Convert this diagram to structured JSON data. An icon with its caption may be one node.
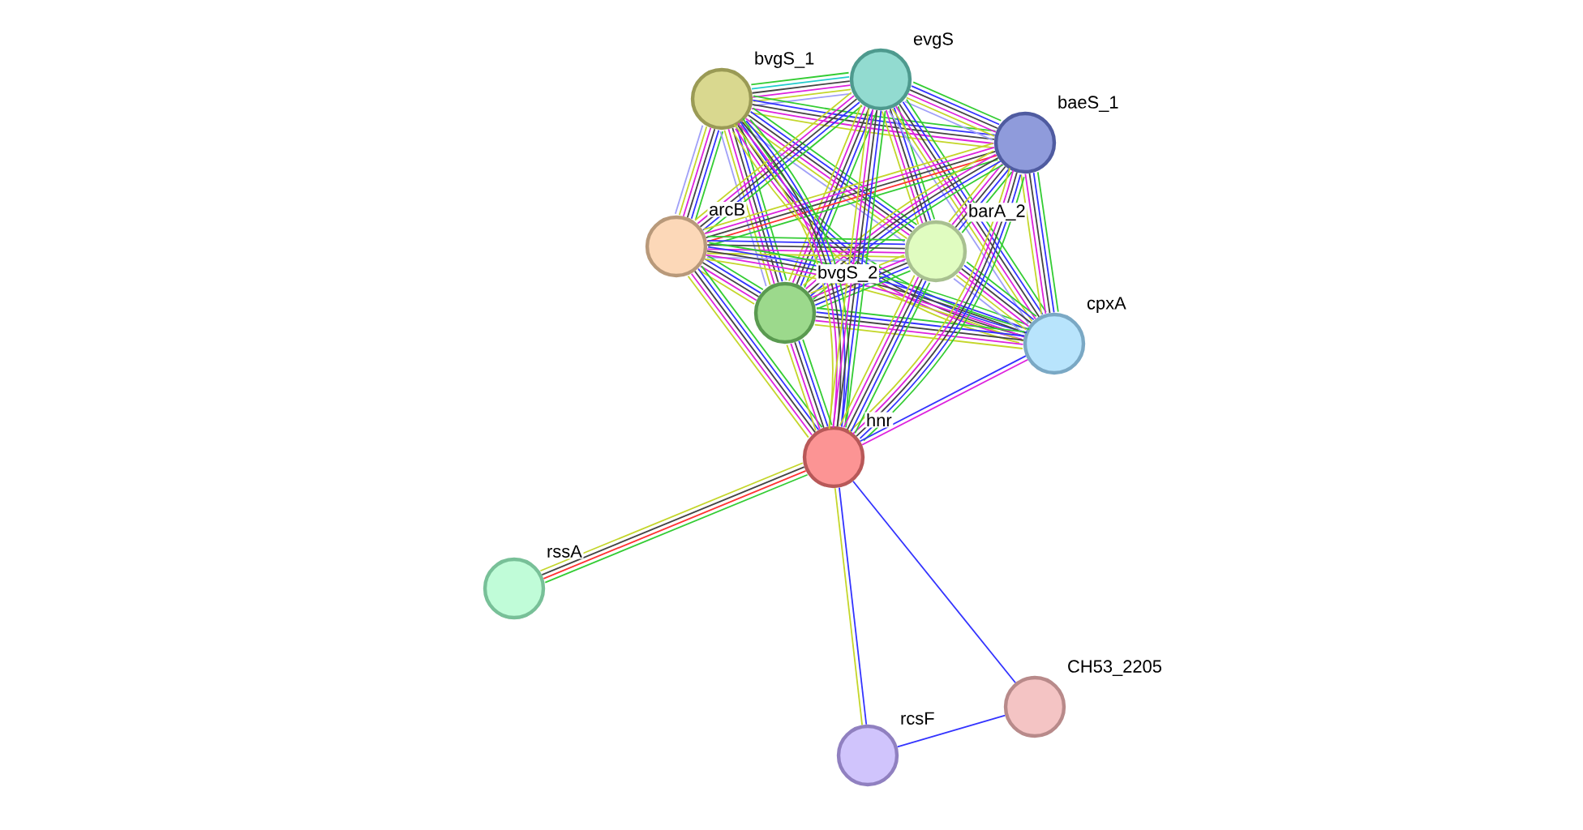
{
  "diagram": {
    "nodes": [
      {
        "text": [],
        "shape": "circle",
        "beside": [
          "bvgS_1"
        ]
      },
      {
        "text": [],
        "shape": "circle",
        "beside": [
          "evgS"
        ]
      },
      {
        "text": [],
        "shape": "circle",
        "beside": [
          "baeS_1"
        ]
      },
      {
        "text": [],
        "shape": "circle",
        "beside": [
          "arcB"
        ]
      },
      {
        "text": [],
        "shape": "circle",
        "beside": [
          "barA_2"
        ]
      },
      {
        "text": [],
        "shape": "circle",
        "beside": [
          "bvgS_2"
        ]
      },
      {
        "text": [],
        "shape": "circle",
        "beside": [
          "cpxA"
        ]
      },
      {
        "text": [],
        "shape": "circle",
        "beside": [
          "hnr"
        ]
      },
      {
        "text": [],
        "shape": "circle",
        "beside": [
          "rssA"
        ]
      },
      {
        "text": [],
        "shape": "circle",
        "beside": [
          "rcsF"
        ]
      },
      {
        "text": [],
        "shape": "circle",
        "beside": [
          "CH53_2205"
        ]
      }
    ],
    "edges": [
      {
        "from": 0,
        "to": 1,
        "arrow": "none",
        "color": "#33cc33"
      },
      {
        "from": 0,
        "to": 1,
        "arrow": "none",
        "color": "#22cccc"
      },
      {
        "from": 0,
        "to": 1,
        "arrow": "none",
        "color": "#444444"
      },
      {
        "from": 0,
        "to": 1,
        "arrow": "none",
        "color": "#dd22dd"
      },
      {
        "from": 0,
        "to": 1,
        "arrow": "none",
        "color": "#c4d62a"
      },
      {
        "from": 0,
        "to": 1,
        "arrow": "none",
        "color": "#a0a0f8"
      },
      {
        "from": 0,
        "to": 2,
        "arrow": "none",
        "color": "#33cc33"
      },
      {
        "from": 0,
        "to": 2,
        "arrow": "none",
        "color": "#3333ff"
      },
      {
        "from": 0,
        "to": 2,
        "arrow": "none",
        "color": "#444444"
      },
      {
        "from": 0,
        "to": 2,
        "arrow": "none",
        "color": "#dd22dd"
      },
      {
        "from": 0,
        "to": 2,
        "arrow": "none",
        "color": "#c4d62a"
      },
      {
        "from": 0,
        "to": 3,
        "arrow": "none",
        "color": "#33cc33"
      },
      {
        "from": 0,
        "to": 3,
        "arrow": "none",
        "color": "#3333ff"
      },
      {
        "from": 0,
        "to": 3,
        "arrow": "none",
        "color": "#444444"
      },
      {
        "from": 0,
        "to": 3,
        "arrow": "none",
        "color": "#dd22dd"
      },
      {
        "from": 0,
        "to": 3,
        "arrow": "none",
        "color": "#c4d62a"
      },
      {
        "from": 0,
        "to": 3,
        "arrow": "none",
        "color": "#a0a0f8"
      },
      {
        "from": 0,
        "to": 4,
        "arrow": "none",
        "color": "#33cc33"
      },
      {
        "from": 0,
        "to": 4,
        "arrow": "none",
        "color": "#3333ff"
      },
      {
        "from": 0,
        "to": 4,
        "arrow": "none",
        "color": "#444444"
      },
      {
        "from": 0,
        "to": 4,
        "arrow": "none",
        "color": "#dd22dd"
      },
      {
        "from": 0,
        "to": 4,
        "arrow": "none",
        "color": "#c4d62a"
      },
      {
        "from": 0,
        "to": 4,
        "arrow": "none",
        "color": "#a0a0f8"
      },
      {
        "from": 0,
        "to": 5,
        "arrow": "none",
        "color": "#33cc33"
      },
      {
        "from": 0,
        "to": 5,
        "arrow": "none",
        "color": "#3333ff"
      },
      {
        "from": 0,
        "to": 5,
        "arrow": "none",
        "color": "#444444"
      },
      {
        "from": 0,
        "to": 5,
        "arrow": "none",
        "color": "#dd22dd"
      },
      {
        "from": 0,
        "to": 5,
        "arrow": "none",
        "color": "#c4d62a"
      },
      {
        "from": 0,
        "to": 5,
        "arrow": "none",
        "color": "#a0a0f8"
      },
      {
        "from": 0,
        "to": 6,
        "arrow": "none",
        "color": "#33cc33"
      },
      {
        "from": 0,
        "to": 6,
        "arrow": "none",
        "color": "#3333ff"
      },
      {
        "from": 0,
        "to": 6,
        "arrow": "none",
        "color": "#444444"
      },
      {
        "from": 0,
        "to": 6,
        "arrow": "none",
        "color": "#dd22dd"
      },
      {
        "from": 0,
        "to": 6,
        "arrow": "none",
        "color": "#c4d62a"
      },
      {
        "from": 1,
        "to": 2,
        "arrow": "none",
        "color": "#33cc33"
      },
      {
        "from": 1,
        "to": 2,
        "arrow": "none",
        "color": "#3333ff"
      },
      {
        "from": 1,
        "to": 2,
        "arrow": "none",
        "color": "#444444"
      },
      {
        "from": 1,
        "to": 2,
        "arrow": "none",
        "color": "#dd22dd"
      },
      {
        "from": 1,
        "to": 2,
        "arrow": "none",
        "color": "#c4d62a"
      },
      {
        "from": 1,
        "to": 2,
        "arrow": "none",
        "color": "#a0a0f8"
      },
      {
        "from": 1,
        "to": 3,
        "arrow": "none",
        "color": "#33cc33"
      },
      {
        "from": 1,
        "to": 3,
        "arrow": "none",
        "color": "#3333ff"
      },
      {
        "from": 1,
        "to": 3,
        "arrow": "none",
        "color": "#444444"
      },
      {
        "from": 1,
        "to": 3,
        "arrow": "none",
        "color": "#dd22dd"
      },
      {
        "from": 1,
        "to": 3,
        "arrow": "none",
        "color": "#c4d62a"
      },
      {
        "from": 1,
        "to": 4,
        "arrow": "none",
        "color": "#33cc33"
      },
      {
        "from": 1,
        "to": 4,
        "arrow": "none",
        "color": "#3333ff"
      },
      {
        "from": 1,
        "to": 4,
        "arrow": "none",
        "color": "#444444"
      },
      {
        "from": 1,
        "to": 4,
        "arrow": "none",
        "color": "#dd22dd"
      },
      {
        "from": 1,
        "to": 4,
        "arrow": "none",
        "color": "#c4d62a"
      },
      {
        "from": 1,
        "to": 5,
        "arrow": "none",
        "color": "#33cc33"
      },
      {
        "from": 1,
        "to": 5,
        "arrow": "none",
        "color": "#3333ff"
      },
      {
        "from": 1,
        "to": 5,
        "arrow": "none",
        "color": "#444444"
      },
      {
        "from": 1,
        "to": 5,
        "arrow": "none",
        "color": "#dd22dd"
      },
      {
        "from": 1,
        "to": 5,
        "arrow": "none",
        "color": "#c4d62a"
      },
      {
        "from": 1,
        "to": 6,
        "arrow": "none",
        "color": "#33cc33"
      },
      {
        "from": 1,
        "to": 6,
        "arrow": "none",
        "color": "#3333ff"
      },
      {
        "from": 1,
        "to": 6,
        "arrow": "none",
        "color": "#444444"
      },
      {
        "from": 1,
        "to": 6,
        "arrow": "none",
        "color": "#dd22dd"
      },
      {
        "from": 1,
        "to": 6,
        "arrow": "none",
        "color": "#c4d62a"
      },
      {
        "from": 1,
        "to": 6,
        "arrow": "none",
        "color": "#a0a0f8"
      },
      {
        "from": 2,
        "to": 3,
        "arrow": "none",
        "color": "#33cc33"
      },
      {
        "from": 2,
        "to": 3,
        "arrow": "none",
        "color": "#ff3333"
      },
      {
        "from": 2,
        "to": 3,
        "arrow": "none",
        "color": "#444444"
      },
      {
        "from": 2,
        "to": 3,
        "arrow": "none",
        "color": "#dd22dd"
      },
      {
        "from": 2,
        "to": 3,
        "arrow": "none",
        "color": "#c4d62a"
      },
      {
        "from": 2,
        "to": 4,
        "arrow": "none",
        "color": "#33cc33"
      },
      {
        "from": 2,
        "to": 4,
        "arrow": "none",
        "color": "#3333ff"
      },
      {
        "from": 2,
        "to": 4,
        "arrow": "none",
        "color": "#444444"
      },
      {
        "from": 2,
        "to": 4,
        "arrow": "none",
        "color": "#dd22dd"
      },
      {
        "from": 2,
        "to": 4,
        "arrow": "none",
        "color": "#c4d62a"
      },
      {
        "from": 2,
        "to": 5,
        "arrow": "none",
        "color": "#33cc33"
      },
      {
        "from": 2,
        "to": 5,
        "arrow": "none",
        "color": "#3333ff"
      },
      {
        "from": 2,
        "to": 5,
        "arrow": "none",
        "color": "#444444"
      },
      {
        "from": 2,
        "to": 5,
        "arrow": "none",
        "color": "#dd22dd"
      },
      {
        "from": 2,
        "to": 5,
        "arrow": "none",
        "color": "#c4d62a"
      },
      {
        "from": 2,
        "to": 6,
        "arrow": "none",
        "color": "#33cc33"
      },
      {
        "from": 2,
        "to": 6,
        "arrow": "none",
        "color": "#3333ff"
      },
      {
        "from": 2,
        "to": 6,
        "arrow": "none",
        "color": "#444444"
      },
      {
        "from": 2,
        "to": 6,
        "arrow": "none",
        "color": "#dd22dd"
      },
      {
        "from": 2,
        "to": 6,
        "arrow": "none",
        "color": "#c4d62a"
      },
      {
        "from": 3,
        "to": 4,
        "arrow": "none",
        "color": "#33cc33"
      },
      {
        "from": 3,
        "to": 4,
        "arrow": "none",
        "color": "#3333ff"
      },
      {
        "from": 3,
        "to": 4,
        "arrow": "none",
        "color": "#444444"
      },
      {
        "from": 3,
        "to": 4,
        "arrow": "none",
        "color": "#dd22dd"
      },
      {
        "from": 3,
        "to": 4,
        "arrow": "none",
        "color": "#c4d62a"
      },
      {
        "from": 3,
        "to": 4,
        "arrow": "none",
        "color": "#a0a0f8"
      },
      {
        "from": 3,
        "to": 5,
        "arrow": "none",
        "color": "#33cc33"
      },
      {
        "from": 3,
        "to": 5,
        "arrow": "none",
        "color": "#3333ff"
      },
      {
        "from": 3,
        "to": 5,
        "arrow": "none",
        "color": "#444444"
      },
      {
        "from": 3,
        "to": 5,
        "arrow": "none",
        "color": "#dd22dd"
      },
      {
        "from": 3,
        "to": 5,
        "arrow": "none",
        "color": "#c4d62a"
      },
      {
        "from": 3,
        "to": 6,
        "arrow": "none",
        "color": "#33cc33"
      },
      {
        "from": 3,
        "to": 6,
        "arrow": "none",
        "color": "#3333ff"
      },
      {
        "from": 3,
        "to": 6,
        "arrow": "none",
        "color": "#444444"
      },
      {
        "from": 3,
        "to": 6,
        "arrow": "none",
        "color": "#dd22dd"
      },
      {
        "from": 3,
        "to": 6,
        "arrow": "none",
        "color": "#c4d62a"
      },
      {
        "from": 4,
        "to": 5,
        "arrow": "none",
        "color": "#33cc33"
      },
      {
        "from": 4,
        "to": 5,
        "arrow": "none",
        "color": "#3333ff"
      },
      {
        "from": 4,
        "to": 5,
        "arrow": "none",
        "color": "#444444"
      },
      {
        "from": 4,
        "to": 5,
        "arrow": "none",
        "color": "#dd22dd"
      },
      {
        "from": 4,
        "to": 5,
        "arrow": "none",
        "color": "#c4d62a"
      },
      {
        "from": 4,
        "to": 6,
        "arrow": "none",
        "color": "#33cc33"
      },
      {
        "from": 4,
        "to": 6,
        "arrow": "none",
        "color": "#3333ff"
      },
      {
        "from": 4,
        "to": 6,
        "arrow": "none",
        "color": "#444444"
      },
      {
        "from": 4,
        "to": 6,
        "arrow": "none",
        "color": "#dd22dd"
      },
      {
        "from": 4,
        "to": 6,
        "arrow": "none",
        "color": "#c4d62a"
      },
      {
        "from": 4,
        "to": 6,
        "arrow": "none",
        "color": "#a0a0f8"
      },
      {
        "from": 5,
        "to": 6,
        "arrow": "none",
        "color": "#33cc33"
      },
      {
        "from": 5,
        "to": 6,
        "arrow": "none",
        "color": "#3333ff"
      },
      {
        "from": 5,
        "to": 6,
        "arrow": "none",
        "color": "#444444"
      },
      {
        "from": 5,
        "to": 6,
        "arrow": "none",
        "color": "#dd22dd"
      },
      {
        "from": 5,
        "to": 6,
        "arrow": "none",
        "color": "#c4d62a"
      },
      {
        "from": 7,
        "to": 0,
        "arrow": "none",
        "color": "#33cc33"
      },
      {
        "from": 7,
        "to": 0,
        "arrow": "none",
        "color": "#3333ff"
      },
      {
        "from": 7,
        "to": 0,
        "arrow": "none",
        "color": "#444444"
      },
      {
        "from": 7,
        "to": 0,
        "arrow": "none",
        "color": "#dd22dd"
      },
      {
        "from": 7,
        "to": 0,
        "arrow": "none",
        "color": "#c4d62a"
      },
      {
        "from": 7,
        "to": 1,
        "arrow": "none",
        "color": "#33cc33"
      },
      {
        "from": 7,
        "to": 1,
        "arrow": "none",
        "color": "#3333ff"
      },
      {
        "from": 7,
        "to": 1,
        "arrow": "none",
        "color": "#444444"
      },
      {
        "from": 7,
        "to": 1,
        "arrow": "none",
        "color": "#dd22dd"
      },
      {
        "from": 7,
        "to": 1,
        "arrow": "none",
        "color": "#c4d62a"
      },
      {
        "from": 7,
        "to": 2,
        "arrow": "none",
        "color": "#33cc33"
      },
      {
        "from": 7,
        "to": 2,
        "arrow": "none",
        "color": "#3333ff"
      },
      {
        "from": 7,
        "to": 2,
        "arrow": "none",
        "color": "#444444"
      },
      {
        "from": 7,
        "to": 2,
        "arrow": "none",
        "color": "#dd22dd"
      },
      {
        "from": 7,
        "to": 2,
        "arrow": "none",
        "color": "#c4d62a"
      },
      {
        "from": 7,
        "to": 3,
        "arrow": "none",
        "color": "#33cc33"
      },
      {
        "from": 7,
        "to": 3,
        "arrow": "none",
        "color": "#3333ff"
      },
      {
        "from": 7,
        "to": 3,
        "arrow": "none",
        "color": "#444444"
      },
      {
        "from": 7,
        "to": 3,
        "arrow": "none",
        "color": "#dd22dd"
      },
      {
        "from": 7,
        "to": 3,
        "arrow": "none",
        "color": "#c4d62a"
      },
      {
        "from": 7,
        "to": 4,
        "arrow": "none",
        "color": "#33cc33"
      },
      {
        "from": 7,
        "to": 4,
        "arrow": "none",
        "color": "#3333ff"
      },
      {
        "from": 7,
        "to": 4,
        "arrow": "none",
        "color": "#444444"
      },
      {
        "from": 7,
        "to": 4,
        "arrow": "none",
        "color": "#dd22dd"
      },
      {
        "from": 7,
        "to": 4,
        "arrow": "none",
        "color": "#c4d62a"
      },
      {
        "from": 7,
        "to": 5,
        "arrow": "none",
        "color": "#33cc33"
      },
      {
        "from": 7,
        "to": 5,
        "arrow": "none",
        "color": "#3333ff"
      },
      {
        "from": 7,
        "to": 5,
        "arrow": "none",
        "color": "#444444"
      },
      {
        "from": 7,
        "to": 5,
        "arrow": "none",
        "color": "#dd22dd"
      },
      {
        "from": 7,
        "to": 5,
        "arrow": "none",
        "color": "#c4d62a"
      },
      {
        "from": 7,
        "to": 6,
        "arrow": "none",
        "color": "#dd22dd"
      },
      {
        "from": 7,
        "to": 6,
        "arrow": "none",
        "color": "#3333ff"
      },
      {
        "from": 7,
        "to": 8,
        "arrow": "none",
        "color": "#33cc33"
      },
      {
        "from": 7,
        "to": 8,
        "arrow": "none",
        "color": "#ff3333"
      },
      {
        "from": 7,
        "to": 8,
        "arrow": "none",
        "color": "#444444"
      },
      {
        "from": 7,
        "to": 8,
        "arrow": "none",
        "color": "#c4d62a"
      },
      {
        "from": 7,
        "to": 9,
        "arrow": "none",
        "color": "#3333ff"
      },
      {
        "from": 7,
        "to": 9,
        "arrow": "none",
        "color": "#c4d62a"
      },
      {
        "from": 7,
        "to": 10,
        "arrow": "none",
        "color": "#3333ff"
      },
      {
        "from": 9,
        "to": 10,
        "arrow": "none",
        "color": "#3333ff"
      }
    ]
  }
}
